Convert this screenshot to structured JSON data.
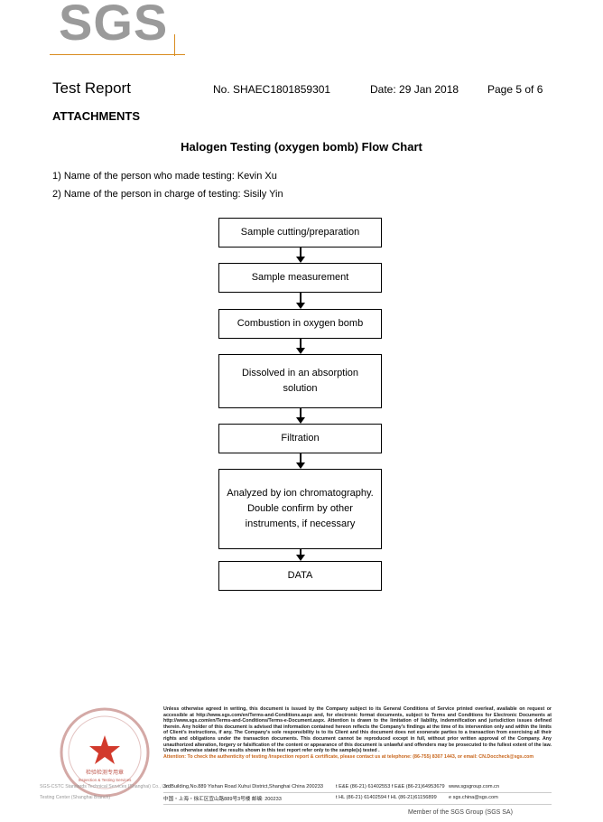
{
  "logo": {
    "text": "SGS"
  },
  "header": {
    "title": "Test Report",
    "report_no": "No. SHAEC1801859301",
    "date": "Date: 29 Jan 2018",
    "page": "Page 5 of 6"
  },
  "section": {
    "attachments": "ATTACHMENTS"
  },
  "flow_title": "Halogen Testing (oxygen bomb) Flow Chart",
  "persons": {
    "tester": "1) Name of the person who made testing: Kevin Xu",
    "in_charge": "2) Name of the person in charge of testing: Sisily Yin"
  },
  "flow_steps": [
    "Sample cutting/preparation",
    "Sample measurement",
    "Combustion in oxygen bomb",
    "Dissolved in an absorption solution",
    "Filtration",
    "Analyzed by ion chromatography. Double confirm by other instruments, if necessary",
    "DATA"
  ],
  "footer": {
    "disclaimer": "Unless otherwise agreed in writing, this document is issued by the Company subject to its General Conditions of Service printed overleaf, available on request or accessible at http://www.sgs.com/en/Terms-and-Conditions.aspx and, for electronic format documents, subject to Terms and Conditions for Electronic Documents at http://www.sgs.com/en/Terms-and-Conditions/Terms-e-Document.aspx. Attention is drawn to the limitation of liability, indemnification and jurisdiction issues defined therein. Any holder of this document is advised that information contained hereon reflects the Company's findings at the time of its intervention only and within the limits of Client's instructions, if any. The Company's sole responsibility is to its Client and this document does not exonerate parties to a transaction from exercising all their rights and obligations under the transaction documents. This document cannot be reproduced except in full, without prior written approval of the Company. Any unauthorized alteration, forgery or falsification of the content or appearance of this document is unlawful and offenders may be prosecuted to the fullest extent of the law. Unless otherwise stated the results shown in this test report refer only to the sample(s) tested .",
    "attention": "Attention: To check the authenticity of testing /inspection report & certificate, please contact us at telephone: (86-755) 8307 1443, or email: CN.Doccheck@sgs.com",
    "address_en": "3rdBuilding,No.889 Yishan Road Xuhui District,Shanghai China   200233",
    "address_cn": "中国・上海・徐汇区宜山路889号3号楼    邮编: 200233",
    "phone_en": "t E&E (86-21) 61402553   f E&E (86-21)64953679",
    "phone_cn": "t HL (86-21) 61402594   f HL (86-21)61156899",
    "web": "www.sgsgroup.com.cn",
    "email": "e  sgs.china@sgs.com",
    "side_label_1": "SGS-CSTC Standards Technical Services (Shanghai) Co., Ltd.",
    "side_label_2": "Testing Center (Shanghai Branch)",
    "stamp_text": "检验检测专用章",
    "stamp_text_en": "Inspection & Testing Services",
    "member": "Member of the SGS Group (SGS SA)"
  }
}
